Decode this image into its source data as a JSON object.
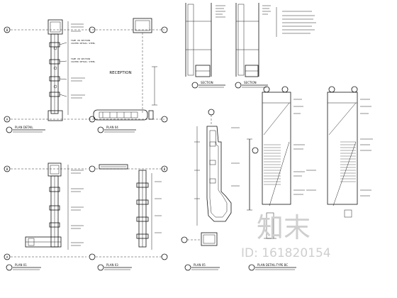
{
  "sheet": {
    "grid_labels": [
      "B",
      "A",
      "B",
      "A",
      "B"
    ],
    "reception_label": "RECEPTION",
    "captions": {
      "plan_detail": "PLAN DETAIL",
      "plan_04": "PLAN 04",
      "plan_01": "PLAN 01",
      "plan_03": "PLAN 03",
      "plan_05": "PLAN 05",
      "section_a": "SECTION",
      "section_b": "SECTION",
      "plan_detail_type_bc": "PLAN DETAIL-TYPE BC"
    },
    "plan_notes": [
      "TAPE VR SECTION",
      "CASTED DETAIL STEEL",
      "TAPE VR SECTION",
      "CASTED DETAIL STEEL"
    ]
  },
  "watermark": {
    "brand": "知末",
    "id_text": "ID: 161820154"
  }
}
